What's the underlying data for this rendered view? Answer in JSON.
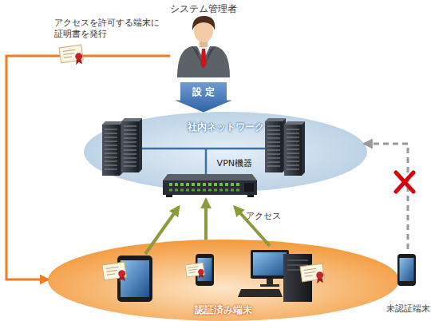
{
  "diagram": {
    "nodes": [
      {
        "text": [
          "システム管理者"
        ]
      },
      {
        "text": [
          "社内ネットワーク"
        ]
      },
      {
        "text": [
          "VPN機器"
        ],
        "in": 1
      },
      {
        "text": [
          "認証済み端末"
        ]
      },
      {
        "text": [
          "未認証端末"
        ]
      }
    ],
    "edges": [
      {
        "from": 0,
        "to": 1,
        "arrow": "to",
        "label": "設 定"
      },
      {
        "from": 0,
        "to": 3,
        "arrow": "to",
        "label": "アクセスを許可する端末に 証明書を発行"
      },
      {
        "from": 3,
        "to": 2,
        "arrow": "to",
        "label": "アクセス"
      },
      {
        "from": 4,
        "to": 1,
        "arrow": "to"
      }
    ]
  }
}
